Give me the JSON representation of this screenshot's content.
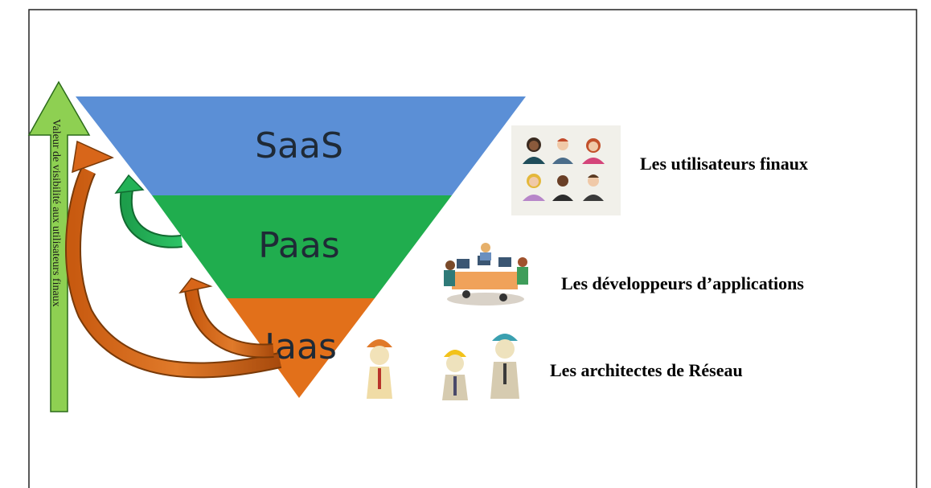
{
  "layers": [
    {
      "label": "SaaS",
      "color": "#5b8fd6"
    },
    {
      "label": "Paas",
      "color": "#20ad4e"
    },
    {
      "label": "Iaas",
      "color": "#e2701a"
    }
  ],
  "roles": [
    {
      "label": "Les utilisateurs finaux",
      "icon": "end-users-group-icon"
    },
    {
      "label": "Les développeurs d’applications",
      "icon": "developers-team-icon"
    },
    {
      "label": "Les architectes de Réseau",
      "icon": "network-architects-icon"
    }
  ],
  "axis": {
    "label": "Valeur de visibilité aux utilisateurs finaux",
    "color": "#8ed052"
  },
  "arrow_colors": {
    "green": "#23b257",
    "orange": "#d8661a"
  }
}
